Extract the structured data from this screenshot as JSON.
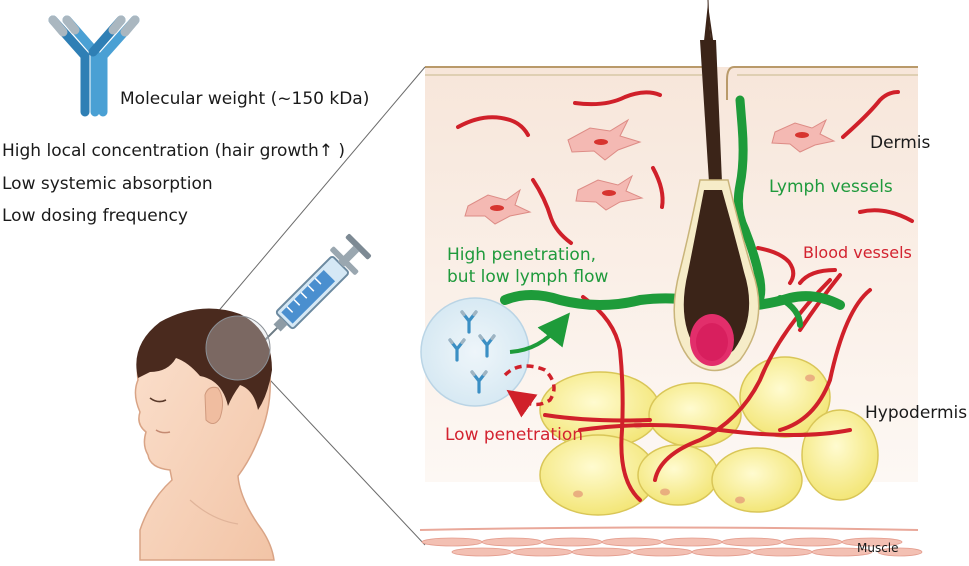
{
  "antibody": {
    "icon": "antibody-icon",
    "molecular_weight": "Molecular weight (~150 kDa)"
  },
  "properties": [
    "High local concentration (hair growth↑ )",
    "Low systemic absorption",
    "Low dosing frequency"
  ],
  "labels": {
    "dermis": "Dermis",
    "lymph_vessels": "Lymph vessels",
    "blood_vessels": "Blood vessels",
    "high_penetration_line1": "High penetration,",
    "high_penetration_line2": "but low lymph flow",
    "hypodermis": "Hypodermis",
    "low_penetration": "Low penetration",
    "muscle": "Muscle"
  },
  "colors": {
    "lymph": "#1e9b3a",
    "blood": "#d0202a",
    "hair": "#3b2418",
    "dermis_top": "#f6e7dc",
    "fat": "#fbf3a0",
    "antibody": "#3b8fc4"
  },
  "icons": [
    "antibody-icon",
    "syringe-icon",
    "head-icon",
    "fibroblast-icon",
    "fat-cell-icon",
    "hair-follicle-icon"
  ]
}
